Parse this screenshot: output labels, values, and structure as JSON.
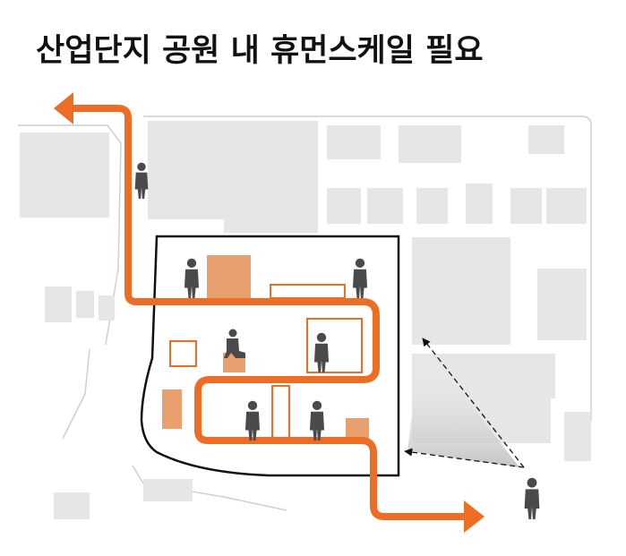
{
  "title": "산업단지 공원 내 휴먼스케일 필요",
  "colors": {
    "route": "#EE6D25",
    "box_fill": "#E9A06E",
    "building": "#E8E8E8",
    "outline": "#111111",
    "person": "#4A4A4A"
  },
  "icons": [
    "route-arrow",
    "viewer-sight-cone",
    "person-silhouette"
  ]
}
